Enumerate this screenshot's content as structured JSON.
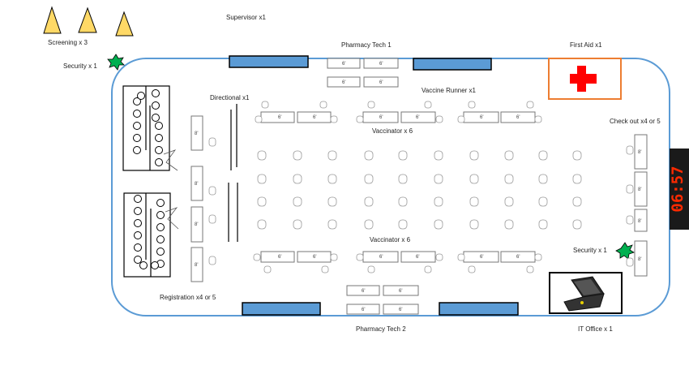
{
  "labels": {
    "supervisor": "Supervisor x1",
    "screening": "Screening x 3",
    "security_top": "Security x 1",
    "pharmacy_tech_1": "Pharmacy Tech 1",
    "first_aid": "First Aid x1",
    "vaccine_runner": "Vaccine Runner x1",
    "directional": "Directional x1",
    "vaccinator_top": "Vaccinator x 6",
    "vaccinator_bottom": "Vaccinator x 6",
    "check_out": "Check out x4 or 5",
    "security_bottom": "Security x 1",
    "registration": "Registration x4 or 5",
    "pharmacy_tech_2": "Pharmacy Tech 2",
    "it_office": "IT Office x 1"
  },
  "table_marks": {
    "eight_ft": "8'",
    "six_ft": "6'"
  },
  "clock_display": "06:57",
  "colors": {
    "room_outline": "#5b9bd5",
    "door_fill": "#5b9bd5",
    "first_aid_border": "#ed7d31",
    "red_cross": "#ff0000",
    "screening_triangle": "#ffd966",
    "security_star": "#00b050",
    "clock_digits": "#ff2a00"
  }
}
